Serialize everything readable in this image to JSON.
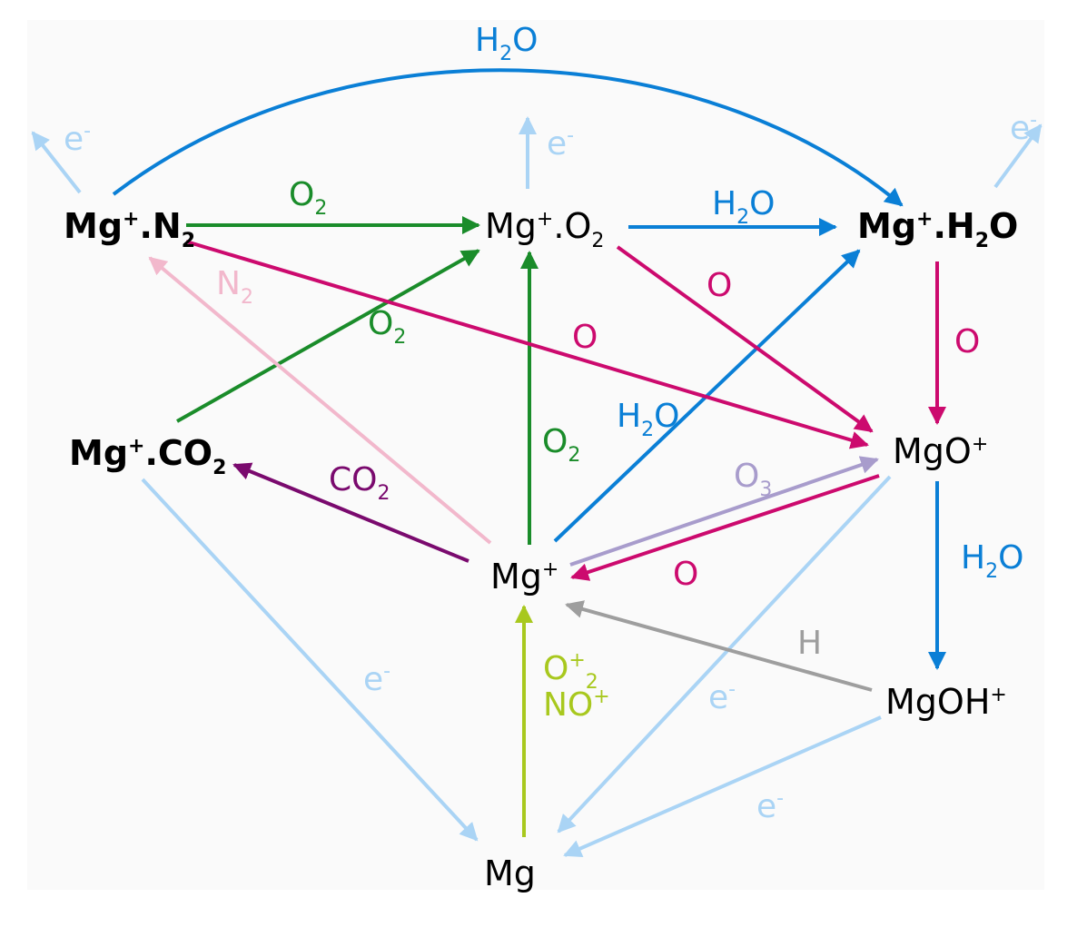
{
  "diagram": {
    "colors": {
      "electron": "#aad4f5",
      "water": "#0a7fd6",
      "oxygen_molecule": "#1a8c2a",
      "atomic_oxygen": "#cc0a6e",
      "nitrogen": "#f2b8cc",
      "carbon_dioxide": "#7a0a6e",
      "ozone": "#a89ccc",
      "hydrogen": "#9e9e9e",
      "ion_source": "#a8c81e",
      "text": "#000000"
    },
    "species": {
      "mg_n2": {
        "main": "Mg",
        "sup": "+",
        "mid": ".N",
        "sub": "2"
      },
      "mg_o2": {
        "main": "Mg",
        "sup": "+",
        "mid": ".O",
        "sub": "2"
      },
      "mg_h2o": {
        "main": "Mg",
        "sup": "+",
        "mid": ".H",
        "sub": "2",
        "tail": "O"
      },
      "mg_co2": {
        "main": "Mg",
        "sup": "+",
        "mid": ".CO",
        "sub": "2"
      },
      "mgo": {
        "main": "MgO",
        "sup": "+"
      },
      "mg_ion": {
        "main": "Mg",
        "sup": "+"
      },
      "mgoh": {
        "main": "MgOH",
        "sup": "+"
      },
      "mg": {
        "main": "Mg"
      }
    },
    "labels": {
      "h2o_top": {
        "main": "H",
        "sub": "2",
        "tail": "O"
      },
      "e_left": {
        "main": "e",
        "sup": "-"
      },
      "e_center": {
        "main": "e",
        "sup": "-"
      },
      "e_right": {
        "main": "e",
        "sup": "-"
      },
      "o2_top": {
        "main": "O",
        "sub": "2"
      },
      "h2o_mid": {
        "main": "H",
        "sub": "2",
        "tail": "O"
      },
      "n2": {
        "main": "N",
        "sub": "2"
      },
      "o2_diag": {
        "main": "O",
        "sub": "2"
      },
      "o_upper_right": {
        "main": "O"
      },
      "o_middle": {
        "main": "O"
      },
      "o_right": {
        "main": "O"
      },
      "h2o_diag": {
        "main": "H",
        "sub": "2",
        "tail": "O"
      },
      "o2_vert": {
        "main": "O",
        "sub": "2"
      },
      "co2": {
        "main": "CO",
        "sub": "2"
      },
      "o3": {
        "main": "O",
        "sub": "3"
      },
      "o_lower": {
        "main": "O"
      },
      "h2o_right": {
        "main": "H",
        "sub": "2",
        "tail": "O"
      },
      "h": {
        "main": "H"
      },
      "e_lower_left": {
        "main": "e",
        "sup": "-"
      },
      "e_lower_mid": {
        "main": "e",
        "sup": "-"
      },
      "e_lower_right": {
        "main": "e",
        "sup": "-"
      },
      "o2_plus": {
        "main": "O",
        "sub": "2",
        "sup": "+"
      },
      "no_plus": {
        "main": "NO",
        "sup": "+"
      }
    }
  }
}
